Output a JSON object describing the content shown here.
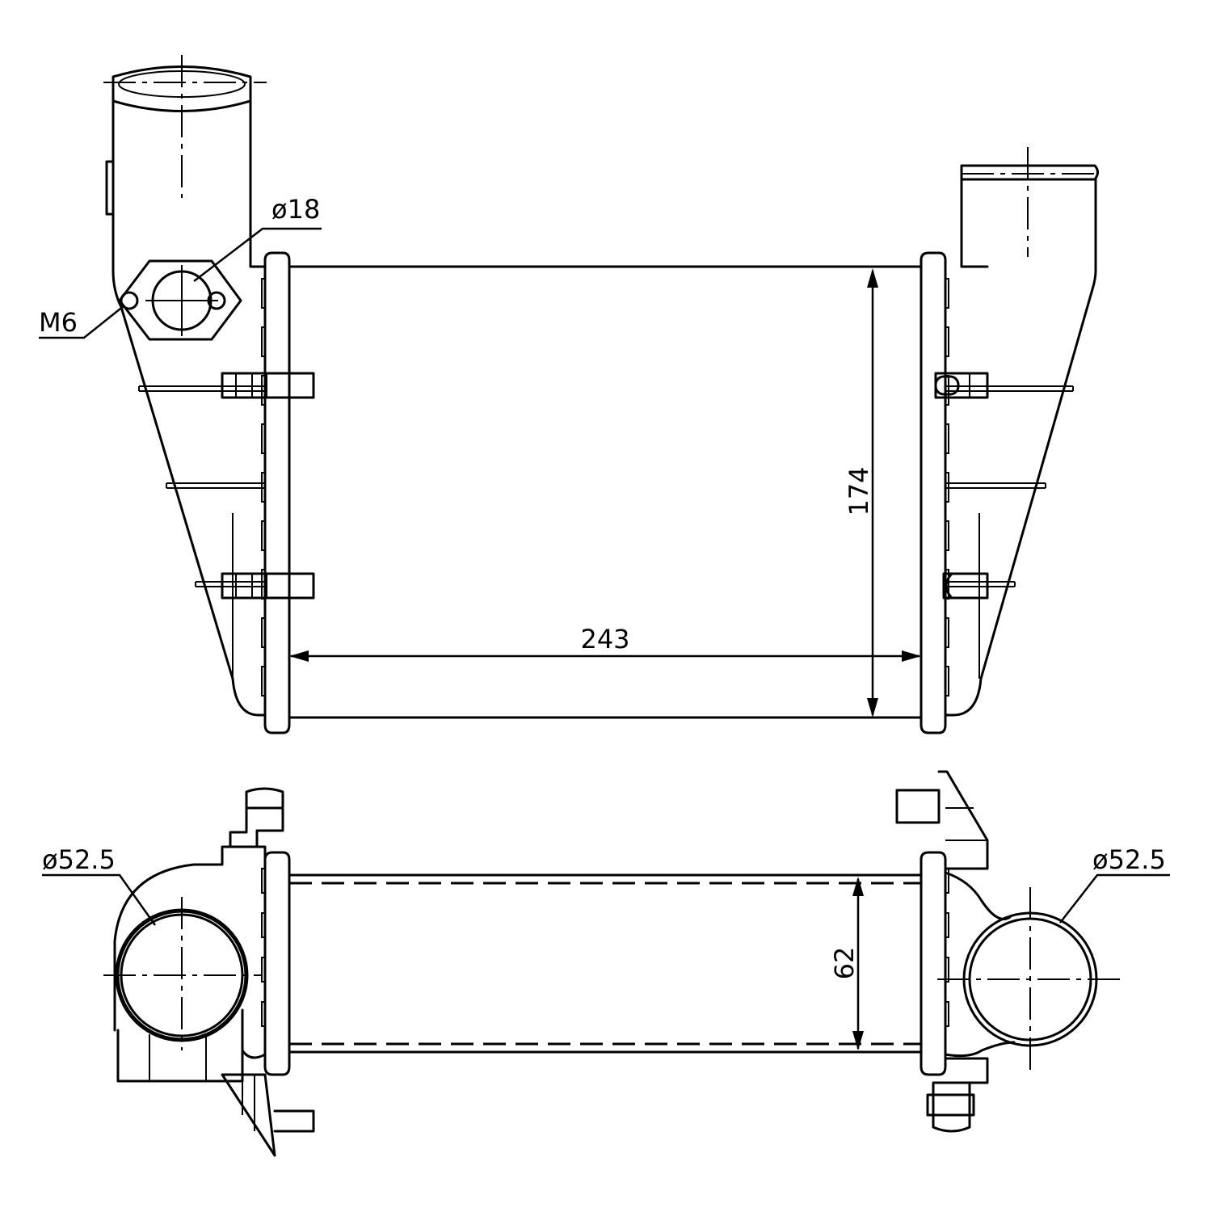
{
  "labels": {
    "bore_top": "ø18",
    "thread": "M6",
    "height": "174",
    "width": "243",
    "pipe_left": "ø52.5",
    "pipe_right": "ø52.5",
    "depth": "62"
  }
}
